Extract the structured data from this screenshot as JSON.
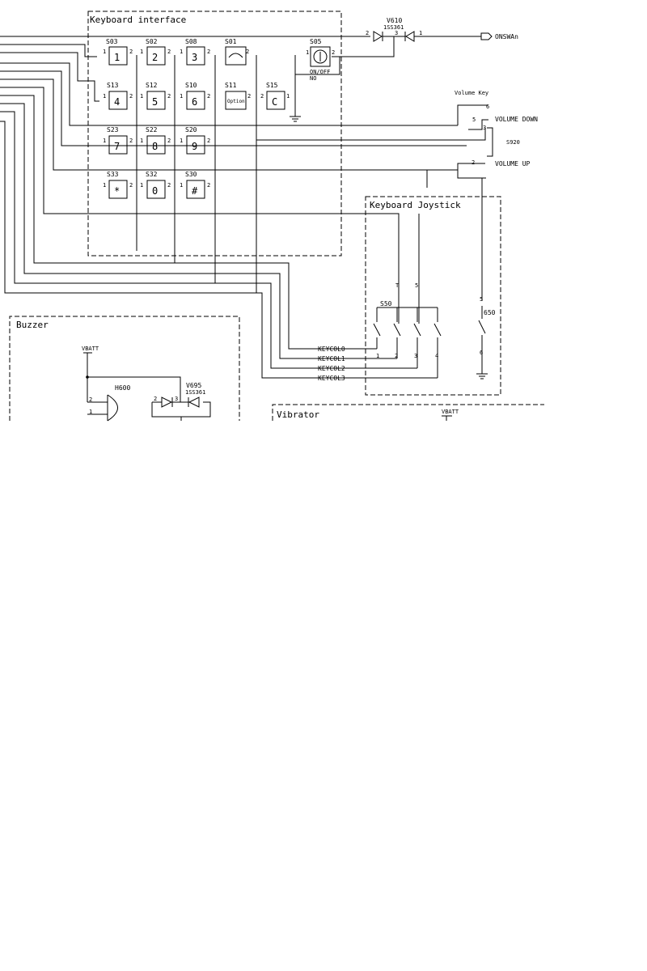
{
  "sections": {
    "keyboard": "Keyboard interface",
    "joystick": "Keyboard Joystick",
    "buzzer": "Buzzer",
    "vibrator": "Vibrator"
  },
  "keys": [
    {
      "ref": "S03",
      "label": "1"
    },
    {
      "ref": "S02",
      "label": "2"
    },
    {
      "ref": "S08",
      "label": "3"
    },
    {
      "ref": "S01",
      "label": ""
    },
    {
      "ref": "S13",
      "label": "4"
    },
    {
      "ref": "S12",
      "label": "5"
    },
    {
      "ref": "S10",
      "label": "6"
    },
    {
      "ref": "S11",
      "label": "Option"
    },
    {
      "ref": "S15",
      "label": "C"
    },
    {
      "ref": "S23",
      "label": "7"
    },
    {
      "ref": "S22",
      "label": "8"
    },
    {
      "ref": "S20",
      "label": "9"
    },
    {
      "ref": "S33",
      "label": "*"
    },
    {
      "ref": "S32",
      "label": "0"
    },
    {
      "ref": "S30",
      "label": "#"
    }
  ],
  "power_key": {
    "ref": "S05",
    "label1": "ON/OFF",
    "label2": "NO"
  },
  "diode_top": {
    "ref": "V610",
    "part": "1SS361",
    "pin2": "2",
    "pin3": "3",
    "pin1": "1"
  },
  "onswan": "ONSWAn",
  "volume": {
    "title": "Volume Key",
    "down": "VOLUME DOWN",
    "up": "VOLUME UP",
    "ref": "S920"
  },
  "joystick": {
    "ref": "S50",
    "side_ref": "650"
  },
  "keycols": [
    "KEYCOL0",
    "KEYCOL1",
    "KEYCOL2",
    "KEYCOL3"
  ],
  "buzzer": {
    "vbatt": "VBATT",
    "ref": "H600",
    "diode_ref": "V695",
    "diode_part": "1SS361"
  },
  "vibrator_vbatt": "VBATT"
}
